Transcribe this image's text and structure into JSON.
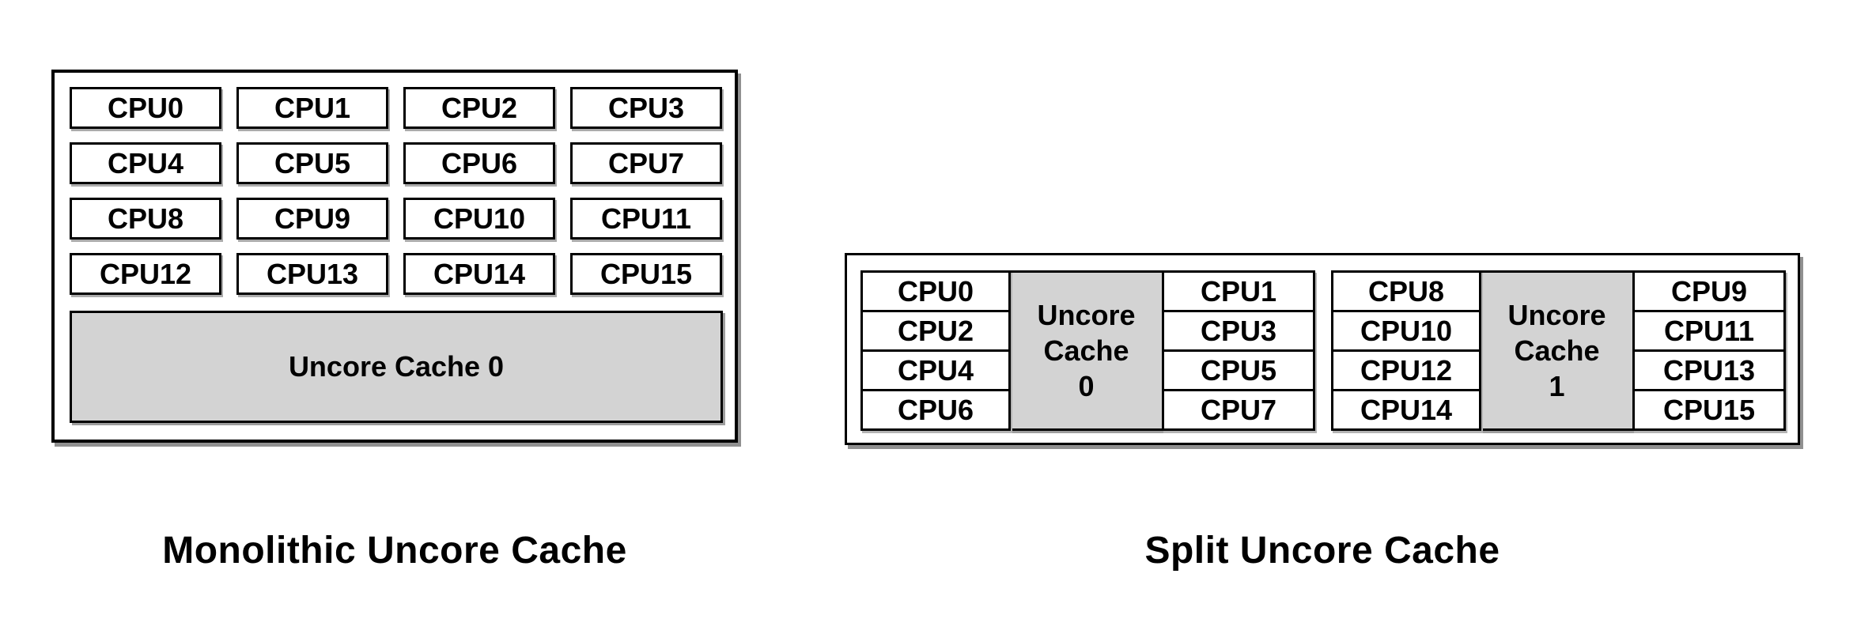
{
  "diagrams": {
    "monolithic": {
      "caption": "Monolithic Uncore Cache",
      "cpus": [
        "CPU0",
        "CPU1",
        "CPU2",
        "CPU3",
        "CPU4",
        "CPU5",
        "CPU6",
        "CPU7",
        "CPU8",
        "CPU9",
        "CPU10",
        "CPU11",
        "CPU12",
        "CPU13",
        "CPU14",
        "CPU15"
      ],
      "uncore_label": "Uncore Cache 0"
    },
    "split": {
      "caption": "Split Uncore Cache",
      "clusters": [
        {
          "left": [
            "CPU0",
            "CPU2",
            "CPU4",
            "CPU6"
          ],
          "uncore_lines": [
            "Uncore",
            "Cache",
            "0"
          ],
          "right": [
            "CPU1",
            "CPU3",
            "CPU5",
            "CPU7"
          ]
        },
        {
          "left": [
            "CPU8",
            "CPU10",
            "CPU12",
            "CPU14"
          ],
          "uncore_lines": [
            "Uncore",
            "Cache",
            "1"
          ],
          "right": [
            "CPU9",
            "CPU11",
            "CPU13",
            "CPU15"
          ]
        }
      ]
    }
  },
  "colors": {
    "cache_fill": "#d3d3d3",
    "border": "#000000",
    "background": "#ffffff"
  }
}
